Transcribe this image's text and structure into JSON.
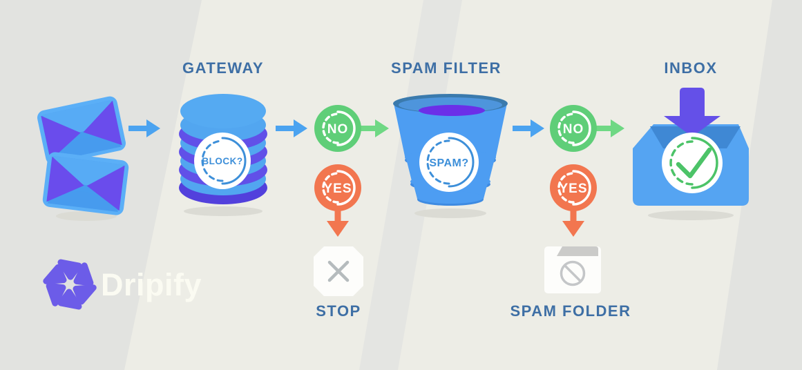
{
  "flow": {
    "emails": {
      "icon": "double-envelope-icon"
    },
    "gateway": {
      "label": "GATEWAY",
      "badge": "BLOCK?",
      "icon": "database-cylinder-icon"
    },
    "gateway_decision": {
      "no": "NO",
      "yes": "YES"
    },
    "stop": {
      "label": "STOP",
      "icon": "octagon-x-icon"
    },
    "spam_filter": {
      "label": "SPAM FILTER",
      "badge": "SPAM?",
      "icon": "funnel-icon"
    },
    "filter_decision": {
      "no": "NO",
      "yes": "YES"
    },
    "spam_folder": {
      "label": "SPAM FOLDER",
      "icon": "blocked-folder-icon"
    },
    "inbox": {
      "label": "INBOX",
      "icon": "open-box-check-icon"
    }
  },
  "logo": {
    "text": "Dripify",
    "icon": "pinwheel-flower-icon"
  },
  "colors": {
    "background_base": "#EDEDE6",
    "background_band": "#E2E3E0",
    "background_stripe": "#E4E5E2",
    "label_blue": "#3E6FA5",
    "arrow_blue": "#4BA3F0",
    "green": "#5FCE78",
    "green_arrow": "#6FD884",
    "orange": "#F2764F",
    "cylinder_blue": "#52A6F0",
    "cylinder_purple": "#6150E8",
    "funnel_blue": "#4D9DF2",
    "funnel_rim": "#3A7AAD",
    "interior_purple": "#6B2FE8",
    "inbox_blue": "#55A4F2",
    "inbox_interior": "#3F88D4",
    "inbox_arrow_purple": "#6450E8",
    "badge_ring_blue": "#3D8FD9",
    "check_green": "#4CC368",
    "gray_icon": "#C0C4C6",
    "logo_purple": "#6C5CE8"
  }
}
